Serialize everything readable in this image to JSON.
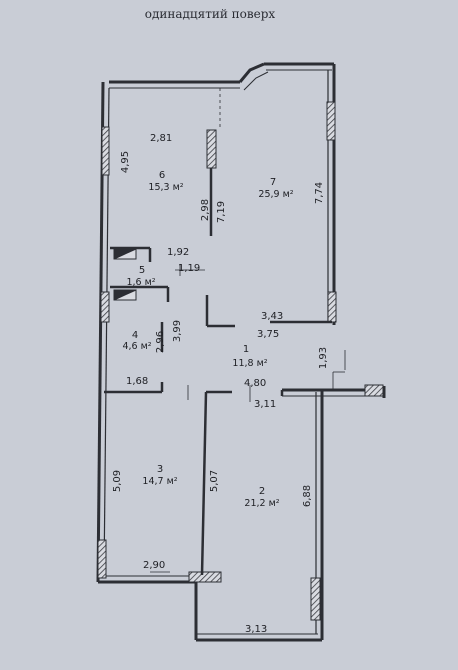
{
  "floor_title": "одинадцятий поверх",
  "rooms": [
    {
      "number": "1",
      "area": "11,8 м²"
    },
    {
      "number": "2",
      "area": "21,2 м²"
    },
    {
      "number": "3",
      "area": "14,7 м²"
    },
    {
      "number": "4",
      "area": "4,6 м²"
    },
    {
      "number": "5",
      "area": "1,6 м²"
    },
    {
      "number": "6",
      "area": "15,3 м²"
    },
    {
      "number": "7",
      "area": "25,9 м²"
    }
  ],
  "dimensions": {
    "d_2_81": "2,81",
    "d_4_95": "4,95",
    "d_2_98": "2,98",
    "d_7_19": "7,19",
    "d_7_74": "7,74",
    "d_1_92": "1,92",
    "d_1_19": "1,19",
    "d_3_43": "3,43",
    "d_3_75": "3,75",
    "d_2_96": "2,96",
    "d_3_99": "3,99",
    "d_1_93": "1,93",
    "d_1_68": "1,68",
    "d_4_80": "4,80",
    "d_3_11": "3,11",
    "d_5_09": "5,09",
    "d_5_07": "5,07",
    "d_6_88": "6,88",
    "d_2_90": "2,90",
    "d_3_13": "3,13"
  }
}
